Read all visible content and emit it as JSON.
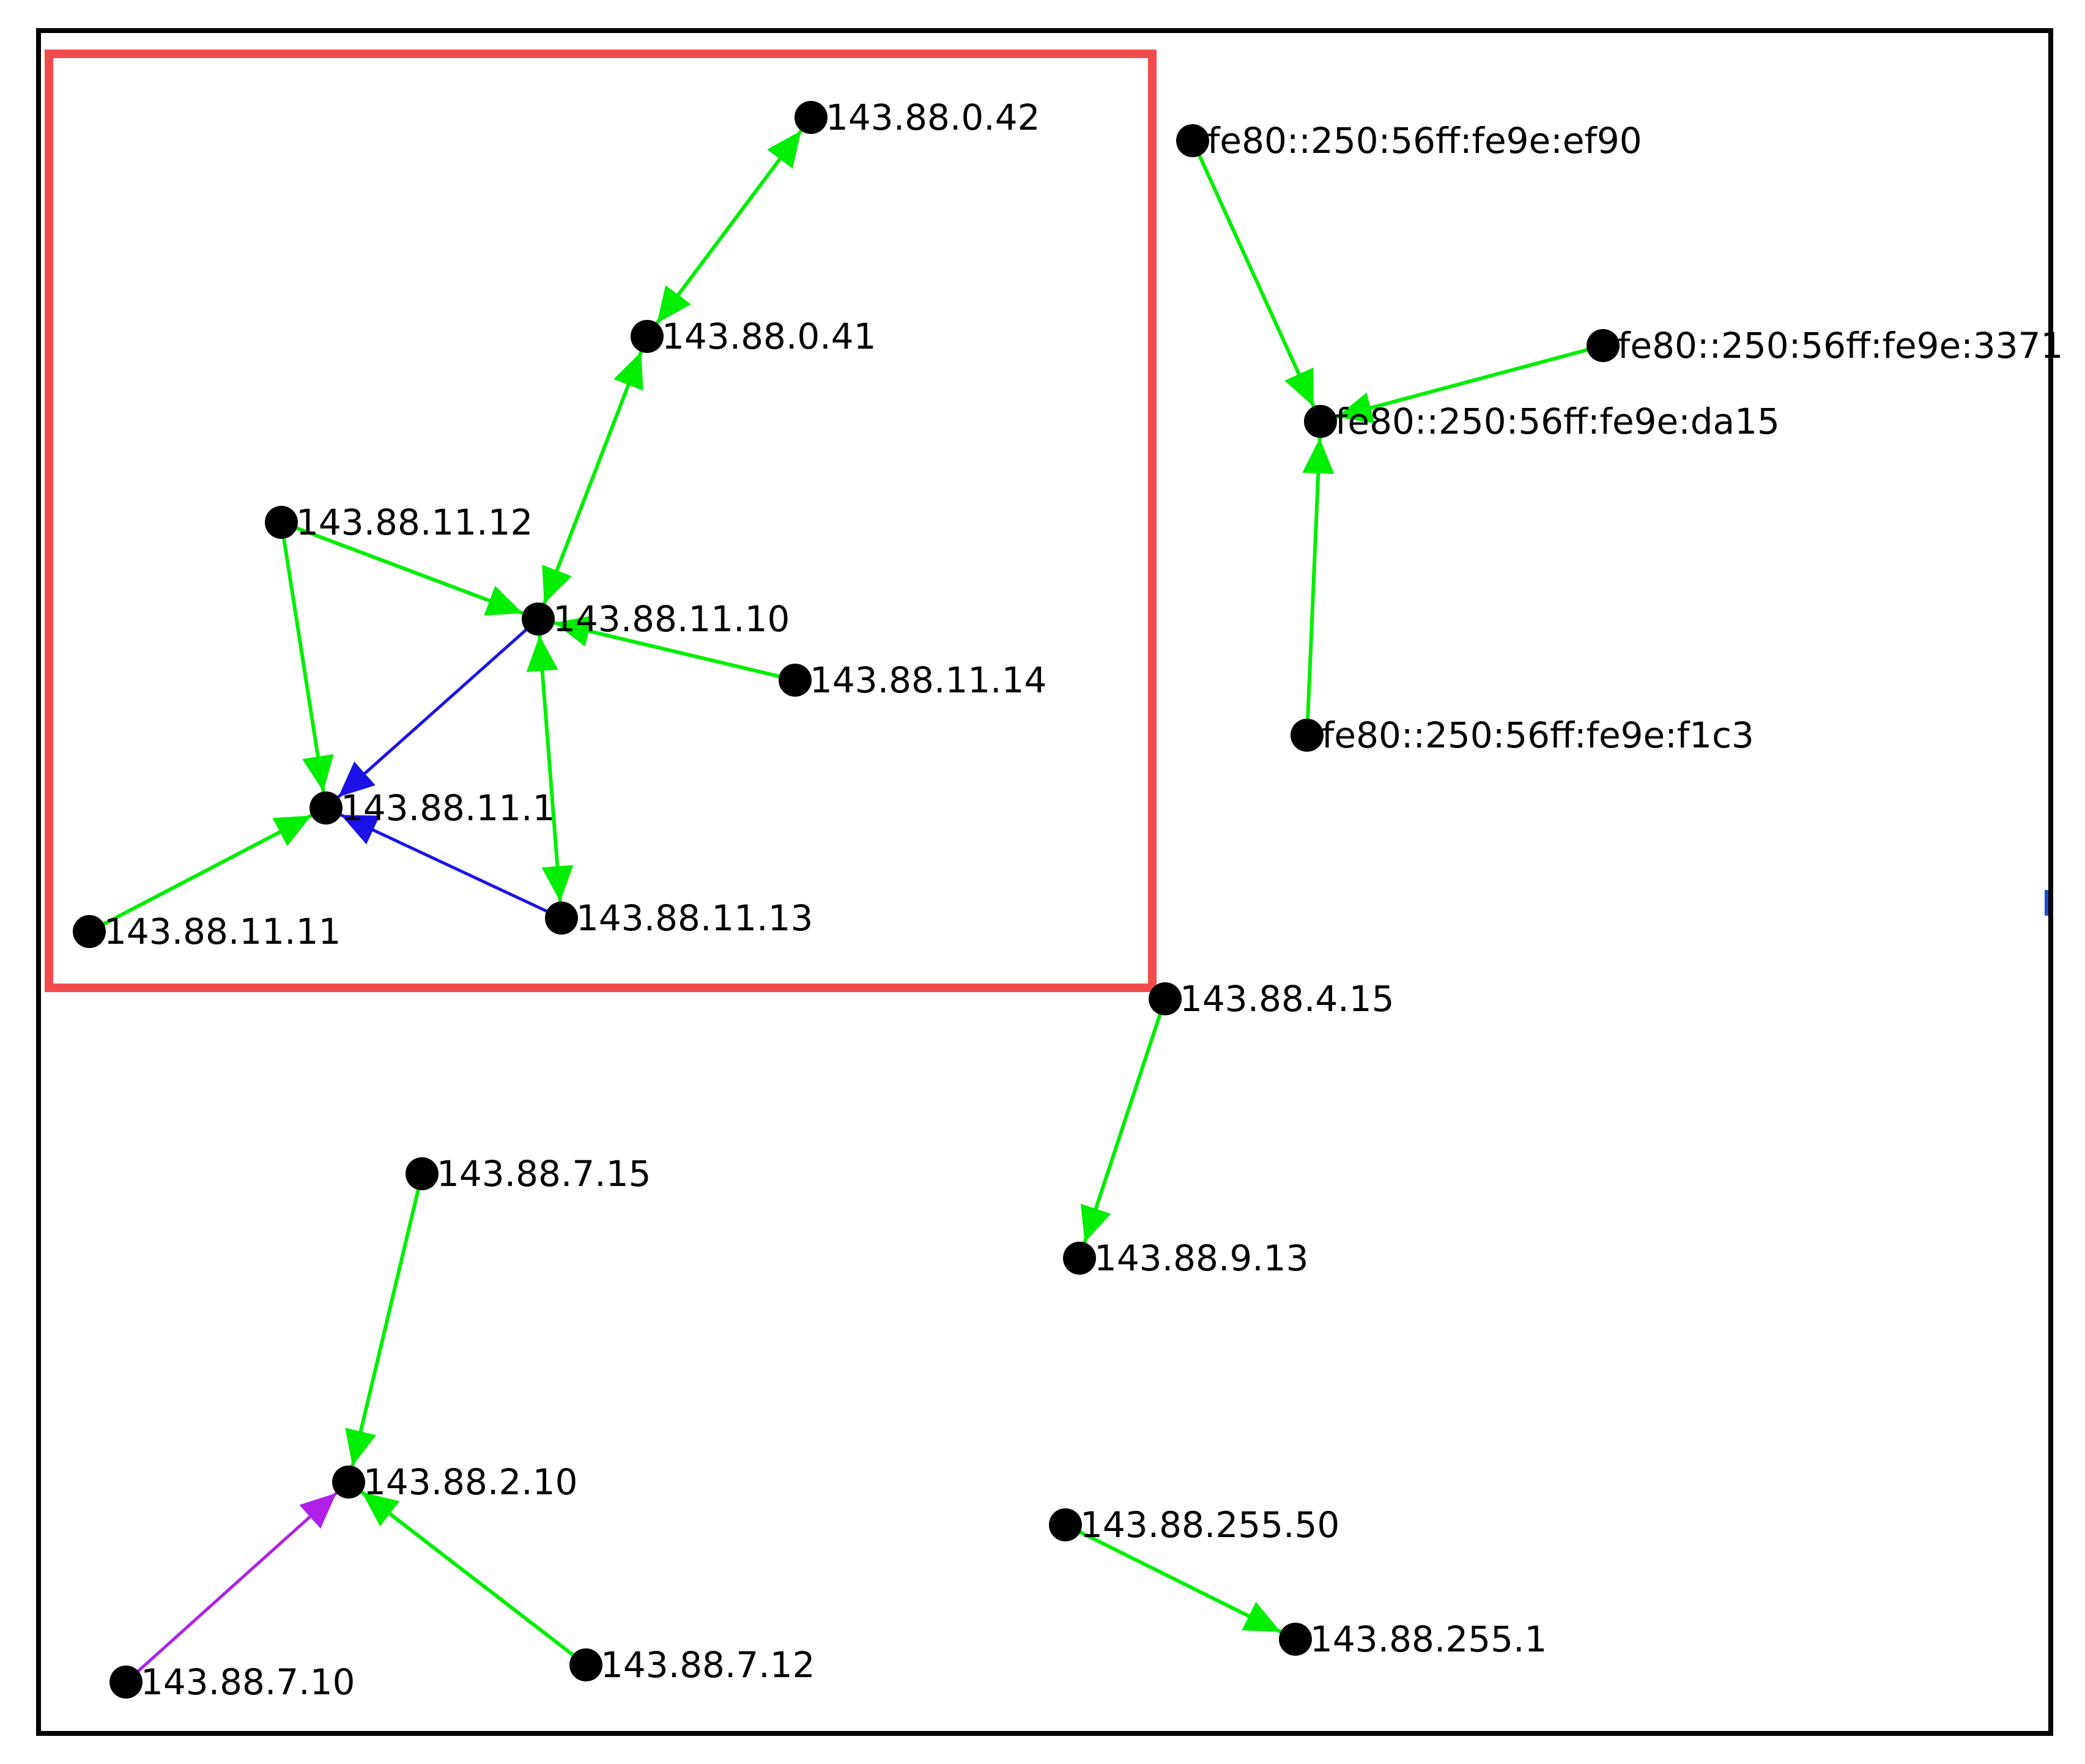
{
  "colors": {
    "background": "#ffffff",
    "frame": "#000000",
    "highlight_box": "#f24b4b",
    "node": "#000000",
    "label": "#000000",
    "edge_green": "#00ee00",
    "edge_blue": "#1a12e6",
    "edge_purple": "#b020e8"
  },
  "nodes": [
    {
      "id": "n0",
      "label": "143.88.0.42"
    },
    {
      "id": "n1",
      "label": "143.88.0.41"
    },
    {
      "id": "n2",
      "label": "143.88.11.12"
    },
    {
      "id": "n3",
      "label": "143.88.11.10"
    },
    {
      "id": "n4",
      "label": "143.88.11.14"
    },
    {
      "id": "n5",
      "label": "143.88.11.1"
    },
    {
      "id": "n6",
      "label": "143.88.11.11"
    },
    {
      "id": "n7",
      "label": "143.88.11.13"
    },
    {
      "id": "n8",
      "label": "fe80::250:56ff:fe9e:ef90"
    },
    {
      "id": "n9",
      "label": "fe80::250:56ff:fe9e:3371"
    },
    {
      "id": "n10",
      "label": "fe80::250:56ff:fe9e:da15"
    },
    {
      "id": "n11",
      "label": "fe80::250:56ff:fe9e:f1c3"
    },
    {
      "id": "n12",
      "label": "143.88.4.15"
    },
    {
      "id": "n13",
      "label": "143.88.9.13"
    },
    {
      "id": "n14",
      "label": "143.88.7.15"
    },
    {
      "id": "n15",
      "label": "143.88.2.10"
    },
    {
      "id": "n16",
      "label": "143.88.7.10"
    },
    {
      "id": "n17",
      "label": "143.88.7.12"
    },
    {
      "id": "n18",
      "label": "143.88.255.50"
    },
    {
      "id": "n19",
      "label": "143.88.255.1"
    }
  ],
  "edges": [
    {
      "from": "n0",
      "to": "n1",
      "color": "edge_green",
      "bidirectional": true
    },
    {
      "from": "n1",
      "to": "n3",
      "color": "edge_green",
      "bidirectional": true
    },
    {
      "from": "n2",
      "to": "n3",
      "color": "edge_green",
      "bidirectional": false
    },
    {
      "from": "n2",
      "to": "n5",
      "color": "edge_green",
      "bidirectional": false
    },
    {
      "from": "n4",
      "to": "n3",
      "color": "edge_green",
      "bidirectional": false
    },
    {
      "from": "n3",
      "to": "n7",
      "color": "edge_green",
      "bidirectional": true
    },
    {
      "from": "n3",
      "to": "n5",
      "color": "edge_blue",
      "bidirectional": false
    },
    {
      "from": "n7",
      "to": "n5",
      "color": "edge_blue",
      "bidirectional": false
    },
    {
      "from": "n6",
      "to": "n5",
      "color": "edge_green",
      "bidirectional": false
    },
    {
      "from": "n8",
      "to": "n10",
      "color": "edge_green",
      "bidirectional": false
    },
    {
      "from": "n9",
      "to": "n10",
      "color": "edge_green",
      "bidirectional": false
    },
    {
      "from": "n11",
      "to": "n10",
      "color": "edge_green",
      "bidirectional": false
    },
    {
      "from": "n12",
      "to": "n13",
      "color": "edge_green",
      "bidirectional": false
    },
    {
      "from": "n14",
      "to": "n15",
      "color": "edge_green",
      "bidirectional": false
    },
    {
      "from": "n16",
      "to": "n15",
      "color": "edge_purple",
      "bidirectional": false
    },
    {
      "from": "n17",
      "to": "n15",
      "color": "edge_green",
      "bidirectional": false
    },
    {
      "from": "n18",
      "to": "n19",
      "color": "edge_green",
      "bidirectional": false
    }
  ],
  "highlight": {
    "nodes": [
      "n0",
      "n1",
      "n2",
      "n3",
      "n4",
      "n5",
      "n6",
      "n7"
    ]
  }
}
